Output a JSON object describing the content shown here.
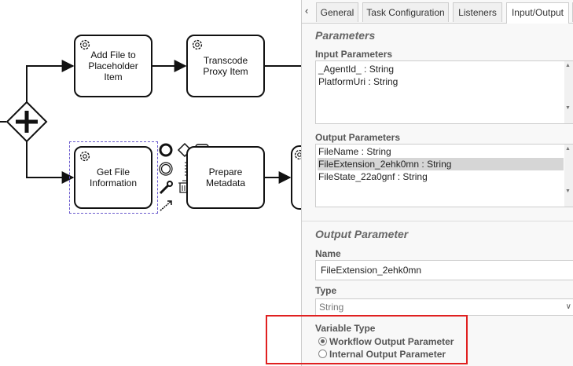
{
  "diagram": {
    "tasks": {
      "add_file": "Add File to Placeholder Item",
      "add_file_lines": [
        "Add File to",
        "Placeholder",
        "Item"
      ],
      "transcode": "Transcode Proxy Item",
      "transcode_lines": [
        "Transcode",
        "Proxy Item"
      ],
      "get_file_lines": [
        "Get File",
        "Information"
      ],
      "prepare_lines": [
        "Prepare",
        "Metadata"
      ]
    },
    "gateway": "parallel-gateway-plus-icon"
  },
  "panel": {
    "tabs": {
      "scroll_left": "‹",
      "general": "General",
      "task_config": "Task Configuration",
      "listeners": "Listeners",
      "input_output": "Input/Output"
    },
    "parameters_heading": "Parameters",
    "input_params_label": "Input Parameters",
    "input_params": [
      "_AgentId_ : String",
      "PlatformUri : String"
    ],
    "output_params_label": "Output Parameters",
    "output_params": [
      "FileName : String",
      "FileExtension_2ehk0mn : String",
      "FileState_22a0gnf : String"
    ],
    "output_param_heading": "Output Parameter",
    "name_label": "Name",
    "name_value": "FileExtension_2ehk0mn",
    "type_label": "Type",
    "type_value": "String",
    "variable_type_label": "Variable Type",
    "radio_workflow": "Workflow Output Parameter",
    "radio_internal": "Internal Output Parameter"
  }
}
